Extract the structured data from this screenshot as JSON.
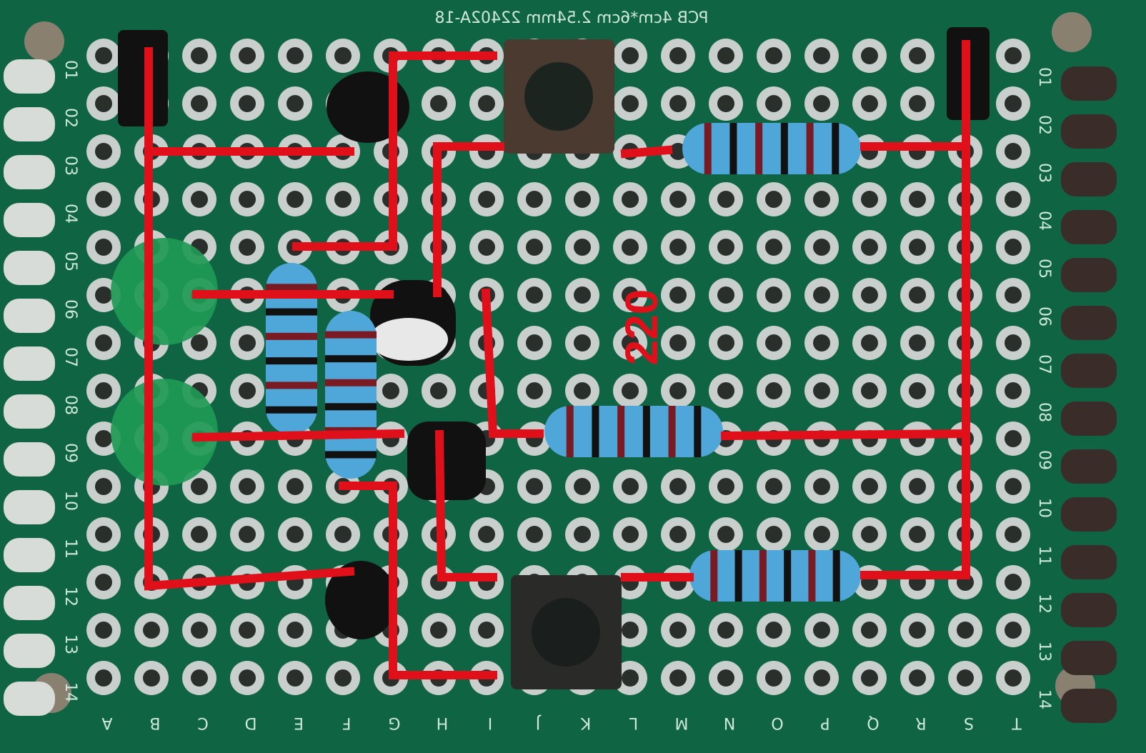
{
  "board": {
    "silkscreen": "PCB 4cm*6cm 2.54mm 22402A-18",
    "columns": [
      "A",
      "B",
      "C",
      "D",
      "E",
      "F",
      "G",
      "H",
      "I",
      "J",
      "K",
      "L",
      "M",
      "N",
      "O",
      "P",
      "Q",
      "R",
      "S",
      "T"
    ],
    "rows": [
      "01",
      "02",
      "03",
      "04",
      "05",
      "06",
      "07",
      "08",
      "09",
      "10",
      "11",
      "12",
      "13",
      "14"
    ]
  },
  "annotation": {
    "resistor_value": "220"
  },
  "colors": {
    "board": "#0f6444",
    "wire": "#e0101a",
    "resistor": "#4fa6d8",
    "pad": "#c9cfcc"
  }
}
